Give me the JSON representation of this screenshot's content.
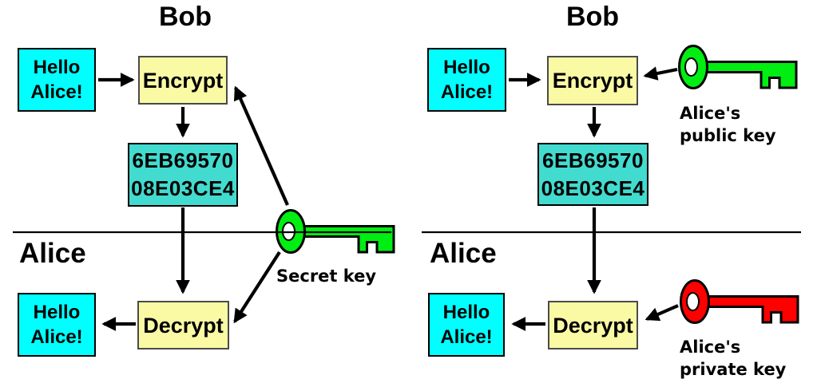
{
  "colors": {
    "message_cyan": "#00ffff",
    "cipher_turquoise": "#42dbcf",
    "process_yellow": "#fafaa5",
    "key_green": "#00ee11",
    "key_red": "#ff0000",
    "stroke_black": "#000000"
  },
  "left": {
    "title_top": "Bob",
    "title_bottom": "Alice",
    "message_top": "Hello\nAlice!",
    "encrypt": "Encrypt",
    "ciphertext": "6EB69570\n08E03CE4",
    "decrypt": "Decrypt",
    "message_bottom": "Hello\nAlice!",
    "key_label": "Secret key"
  },
  "right": {
    "title_top": "Bob",
    "title_bottom": "Alice",
    "message_top": "Hello\nAlice!",
    "encrypt": "Encrypt",
    "ciphertext": "6EB69570\n08E03CE4",
    "decrypt": "Decrypt",
    "message_bottom": "Hello\nAlice!",
    "public_key_label": "Alice's\npublic key",
    "private_key_label": "Alice's\nprivate key"
  }
}
